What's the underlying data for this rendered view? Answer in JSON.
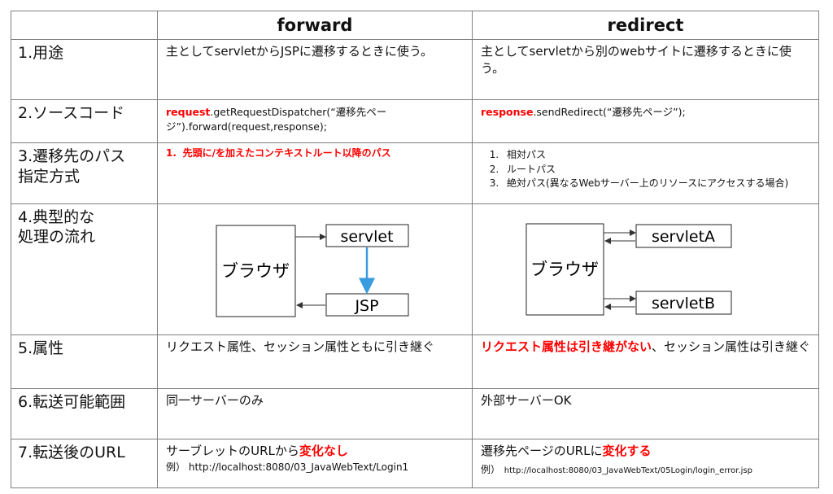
{
  "header": {
    "col_forward": "forward",
    "col_redirect": "redirect"
  },
  "rows": {
    "purpose": {
      "label": "1.用途",
      "forward": "主としてservletからJSPに遷移するときに使う。",
      "redirect": "主としてservletから別のwebサイトに遷移するときに使う。"
    },
    "source": {
      "label": "2.ソースコード",
      "forward_object": "request",
      "forward_code": ".getRequestDispatcher(“遷移先ページ”).forward(request,response);",
      "redirect_object": "response",
      "redirect_code": ".sendRedirect(“遷移先ページ”);"
    },
    "path": {
      "label_line1": "3.遷移先のパス",
      "label_line2": "指定方式",
      "forward_num": "1.",
      "forward_text": "先頭に/を加えたコンテキストルート以降のパス",
      "redirect_items": [
        "相対パス",
        "ルートパス",
        "絶対パス(異なるWebサーバー上のリソースにアクセスする場合)"
      ]
    },
    "flow": {
      "label_line1": "4.典型的な",
      "label_line2": "処理の流れ",
      "forward_browser": "ブラウザ",
      "forward_servlet": "servlet",
      "forward_jsp": "JSP",
      "redirect_browser": "ブラウザ",
      "redirect_servletA": "servletA",
      "redirect_servletB": "servletB"
    },
    "attribute": {
      "label": "5.属性",
      "forward": "リクエスト属性、セッション属性ともに引き継ぐ",
      "redirect_red": "リクエスト属性は引き継がない",
      "redirect_rest": "、セッション属性は引き継ぐ"
    },
    "range": {
      "label": "6.転送可能範囲",
      "forward": "同一サーバーのみ",
      "redirect": "外部サーバーOK"
    },
    "url": {
      "label": "7.転送後のURL",
      "forward_text": "サーブレットのURLから",
      "forward_red": "変化なし",
      "forward_example_label": "例）",
      "forward_example_url": "http://localhost:8080/03_JavaWebText/Login1",
      "redirect_text": "遷移先ページのURLに",
      "redirect_red": "変化する",
      "redirect_example_label": "例）",
      "redirect_example_url": "http://localhost:8080/03_JavaWebText/05Login/login_error.jsp"
    }
  },
  "colors": {
    "accent_red": "#ff0000",
    "arrow_blue": "#3a9be0",
    "border": "#7f7f7f"
  }
}
